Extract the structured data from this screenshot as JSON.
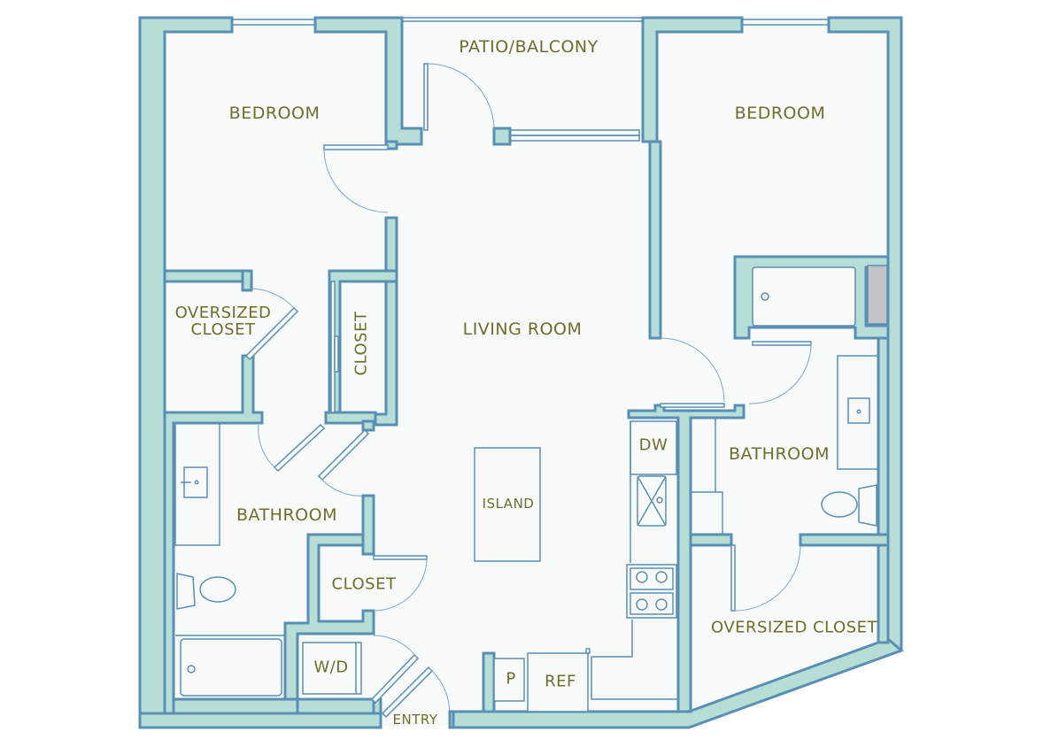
{
  "floorplan": {
    "colors": {
      "wall_fill": "#b6ddd6",
      "wall_stroke": "#5a8fb5",
      "floor": "#f8fbfa",
      "label": "#6e6e2c",
      "utility_grey": "#c2c4c6"
    },
    "rooms": {
      "bedroom_left": "BEDROOM",
      "patio": "PATIO/BALCONY",
      "bedroom_right": "BEDROOM",
      "oversized_closet_left_line1": "OVERSIZED",
      "oversized_closet_left_line2": "CLOSET",
      "closet_vertical": "CLOSET",
      "living_room": "LIVING ROOM",
      "island": "ISLAND",
      "dishwasher": "DW",
      "bathroom_left": "BATHROOM",
      "closet_lower": "CLOSET",
      "washer_dryer": "W/D",
      "pantry": "P",
      "refrigerator": "REF",
      "entry": "ENTRY",
      "bathroom_right": "BATHROOM",
      "oversized_closet_right": "OVERSIZED CLOSET"
    }
  }
}
